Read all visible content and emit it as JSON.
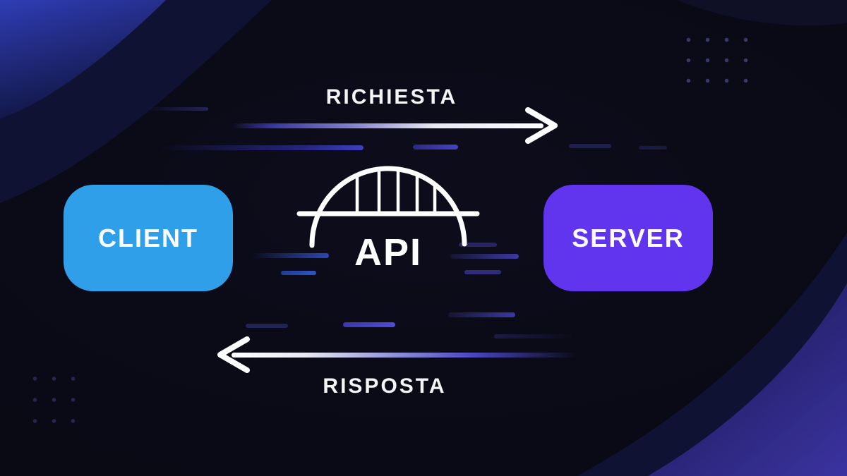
{
  "diagram": {
    "request_label": "RICHIESTA",
    "response_label": "RISPOSTA",
    "client_label": "CLIENT",
    "server_label": "SERVER",
    "api_label": "API"
  },
  "colors": {
    "background": "#0a0a15",
    "client_box": "#2f9fea",
    "server_box": "#6134ee",
    "label_text": "#f4f4f6",
    "arrow_white": "#ffffff",
    "accent_indigo": "#4946c8",
    "wave_blue": "#2f3db4",
    "wave_indigo": "#3b33a0"
  },
  "icons": {
    "api_bridge": "bridge-icon",
    "request_arrowhead": "arrow-right-icon",
    "response_arrowhead": "arrow-left-icon"
  }
}
